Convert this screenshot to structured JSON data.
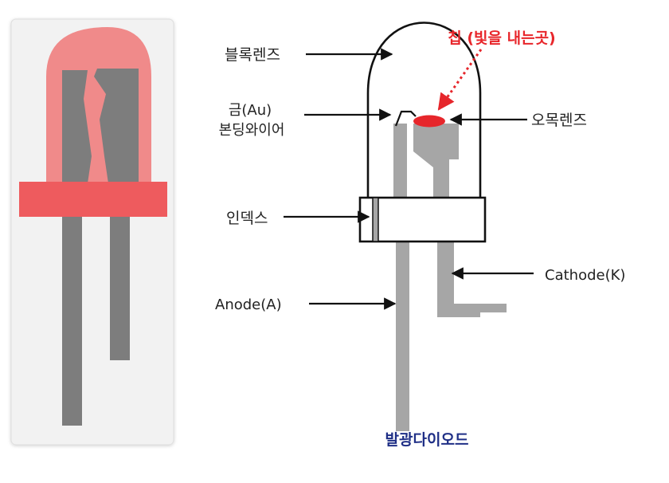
{
  "labels": {
    "plastic_lens": "블록렌즈",
    "chip": "칩 (빛을 내는곳)",
    "gold_wire_line1": "금(Au)",
    "gold_wire_line2": "본딩와이어",
    "concave_lens": "오목렌즈",
    "index": "인덱스",
    "cathode": "Cathode(K)",
    "anode": "Anode(A)",
    "caption": "발광다이오드"
  },
  "colors": {
    "label_text": "#222222",
    "chip_label": "#e8262b",
    "caption": "#1f2f86",
    "lead_gray": "#a6a6a6",
    "photo_lead_gray": "#7d7d7d",
    "photo_body_red": "#f08a8a",
    "photo_flange_red": "#ee5b5e",
    "chip_red": "#e6262b"
  }
}
